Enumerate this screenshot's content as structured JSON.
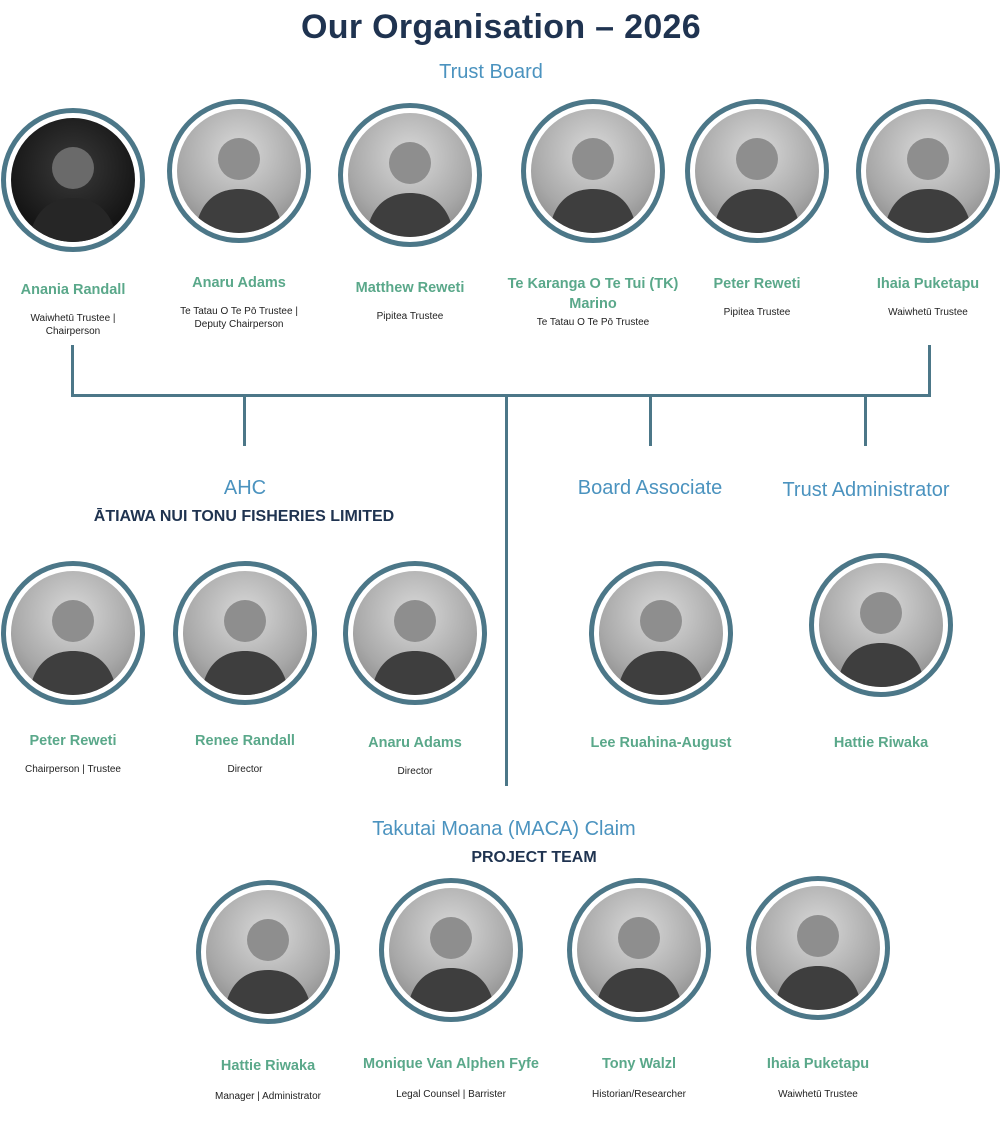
{
  "title": "Our Organisation – 2026",
  "trust_board": {
    "heading": "Trust Board",
    "members": [
      {
        "name": "Anania Randall",
        "role": "Waiwhetū Trustee | Chairperson"
      },
      {
        "name": "Anaru Adams",
        "role": "Te Tatau O Te Pō Trustee | Deputy Chairperson"
      },
      {
        "name": "Matthew Reweti",
        "role": "Pipitea Trustee"
      },
      {
        "name": "Te Karanga O Te Tui (TK) Marino",
        "role": "Te Tatau O Te Pō Trustee"
      },
      {
        "name": "Peter Reweti",
        "role": "Pipitea  Trustee"
      },
      {
        "name": "Ihaia Puketapu",
        "role": "Waiwhetū Trustee"
      }
    ]
  },
  "ahc": {
    "heading": "AHC",
    "org": "ĀTIAWA NUI TONU FISHERIES LIMITED",
    "members": [
      {
        "name": "Peter Reweti",
        "role": "Chairperson | Trustee"
      },
      {
        "name": "Renee Randall",
        "role": "Director"
      },
      {
        "name": "Anaru Adams",
        "role": "Director"
      }
    ]
  },
  "board_associate": {
    "heading": "Board Associate",
    "members": [
      {
        "name": "Lee Ruahina-August",
        "role": ""
      }
    ]
  },
  "trust_administrator": {
    "heading": "Trust Administrator",
    "members": [
      {
        "name": "Hattie Riwaka",
        "role": ""
      }
    ]
  },
  "maca": {
    "heading": "Takutai Moana (MACA) Claim",
    "org": "PROJECT TEAM",
    "members": [
      {
        "name": "Hattie Riwaka",
        "role": "Manager | Administrator"
      },
      {
        "name": "Monique Van Alphen Fyfe",
        "role": "Legal Counsel | Barrister"
      },
      {
        "name": "Tony Walzl",
        "role": "Historian/Researcher"
      },
      {
        "name": "Ihaia Puketapu",
        "role": "Waiwhetū Trustee"
      }
    ]
  },
  "colors": {
    "title": "#1f3350",
    "section": "#4b93bf",
    "name": "#5aa88a",
    "connector": "#4c7788"
  }
}
